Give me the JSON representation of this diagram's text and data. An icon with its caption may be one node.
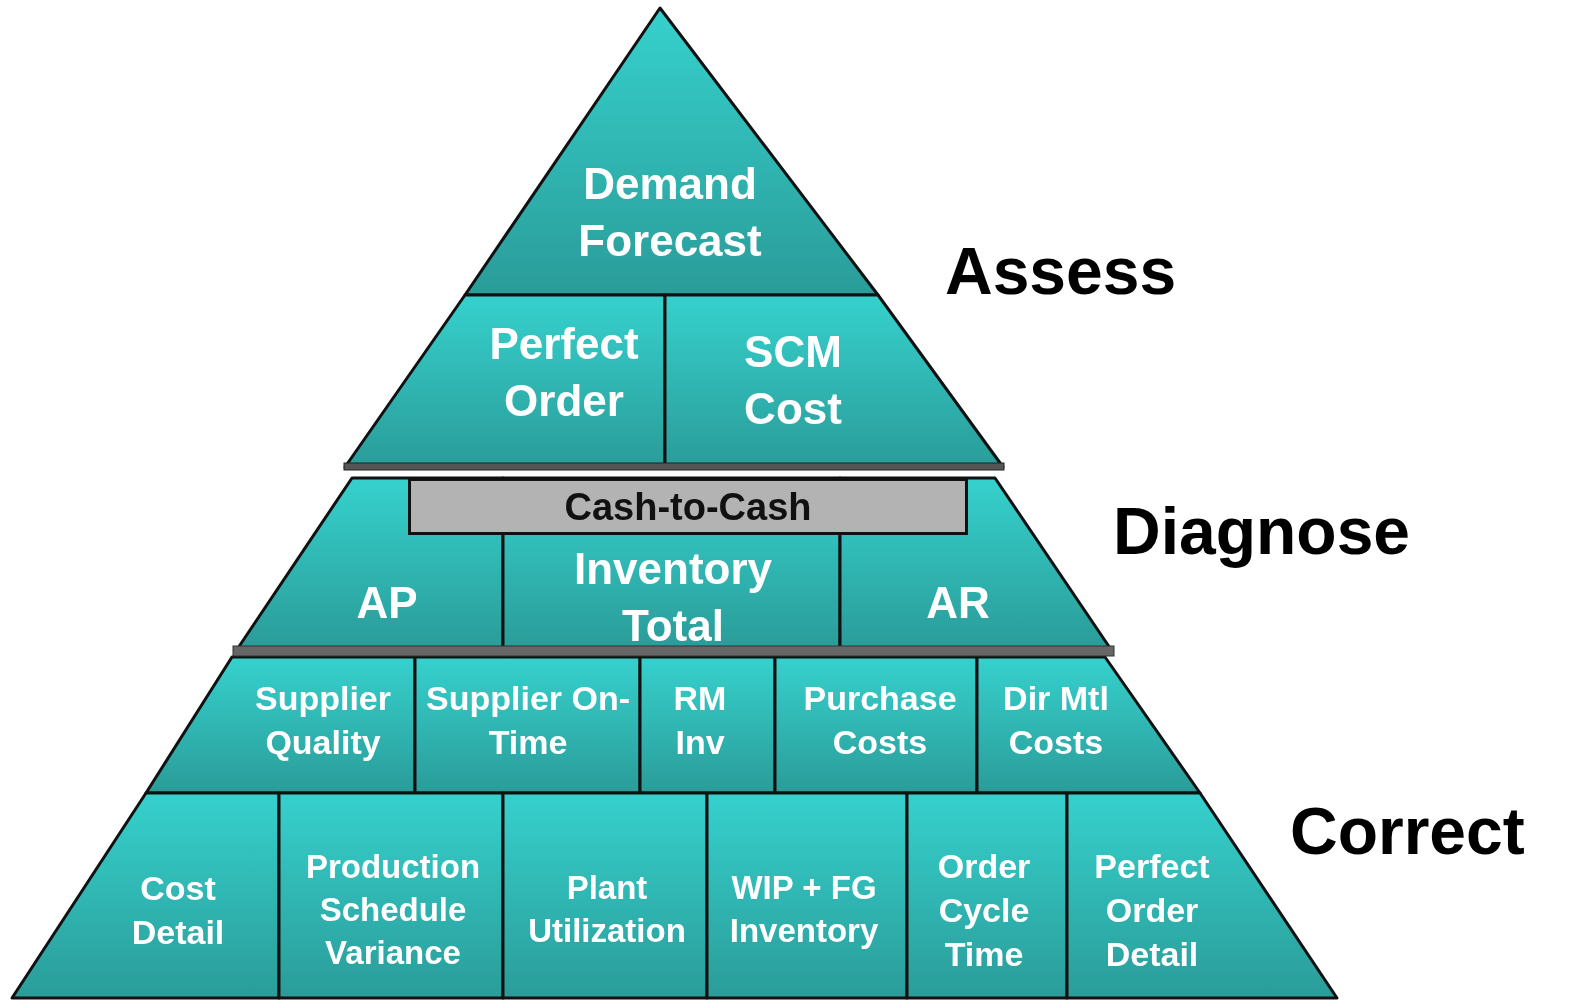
{
  "diagram": {
    "nodes": [
      {
        "text": [
          "Demand Forecast"
        ]
      },
      {
        "text": [
          "Perfect Order"
        ]
      },
      {
        "text": [
          "SCM Cost"
        ]
      },
      {
        "text": [
          "Cash-to-Cash"
        ]
      },
      {
        "text": [
          "AP"
        ]
      },
      {
        "text": [
          "Inventory Total"
        ]
      },
      {
        "text": [
          "AR"
        ]
      },
      {
        "text": [
          "Supplier Quality"
        ]
      },
      {
        "text": [
          "Supplier On-Time"
        ]
      },
      {
        "text": [
          "RM Inv"
        ]
      },
      {
        "text": [
          "Purchase Costs"
        ]
      },
      {
        "text": [
          "Dir Mtl Costs"
        ]
      },
      {
        "text": [
          "Cost Detail"
        ]
      },
      {
        "text": [
          "Production Schedule Variance"
        ]
      },
      {
        "text": [
          "Plant Utilization"
        ]
      },
      {
        "text": [
          "WIP + FG Inventory"
        ]
      },
      {
        "text": [
          "Order Cycle Time"
        ]
      },
      {
        "text": [
          "Perfect Order Detail"
        ]
      }
    ],
    "labels": [
      "Assess",
      "Diagnose",
      "Correct"
    ]
  }
}
